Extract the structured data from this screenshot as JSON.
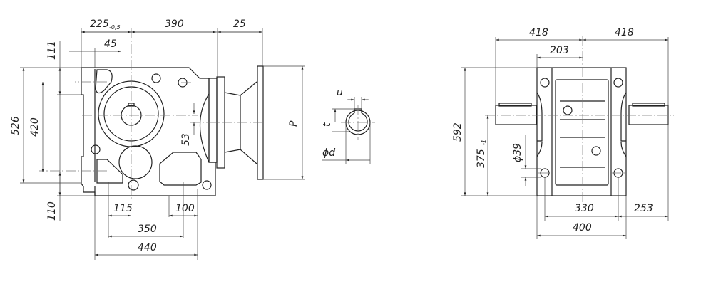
{
  "front_view": {
    "dims": {
      "d225": "225",
      "d225_tol": "-0,5",
      "d390": "390",
      "d25": "25",
      "d45": "45",
      "d111": "111",
      "d110": "110",
      "d526": "526",
      "d420": "420",
      "d53": "53",
      "dP": "P",
      "d115": "115",
      "d100": "100",
      "d350": "350",
      "d440": "440"
    }
  },
  "shaft_section": {
    "u": "u",
    "t": "t",
    "d": "ϕd"
  },
  "side_view": {
    "dims": {
      "d418_left": "418",
      "d418_right": "418",
      "d203": "203",
      "d592": "592",
      "d375": "375",
      "d375_tol": "-1",
      "d39": "ϕ39",
      "d330": "330",
      "d253": "253",
      "d400": "400"
    }
  }
}
